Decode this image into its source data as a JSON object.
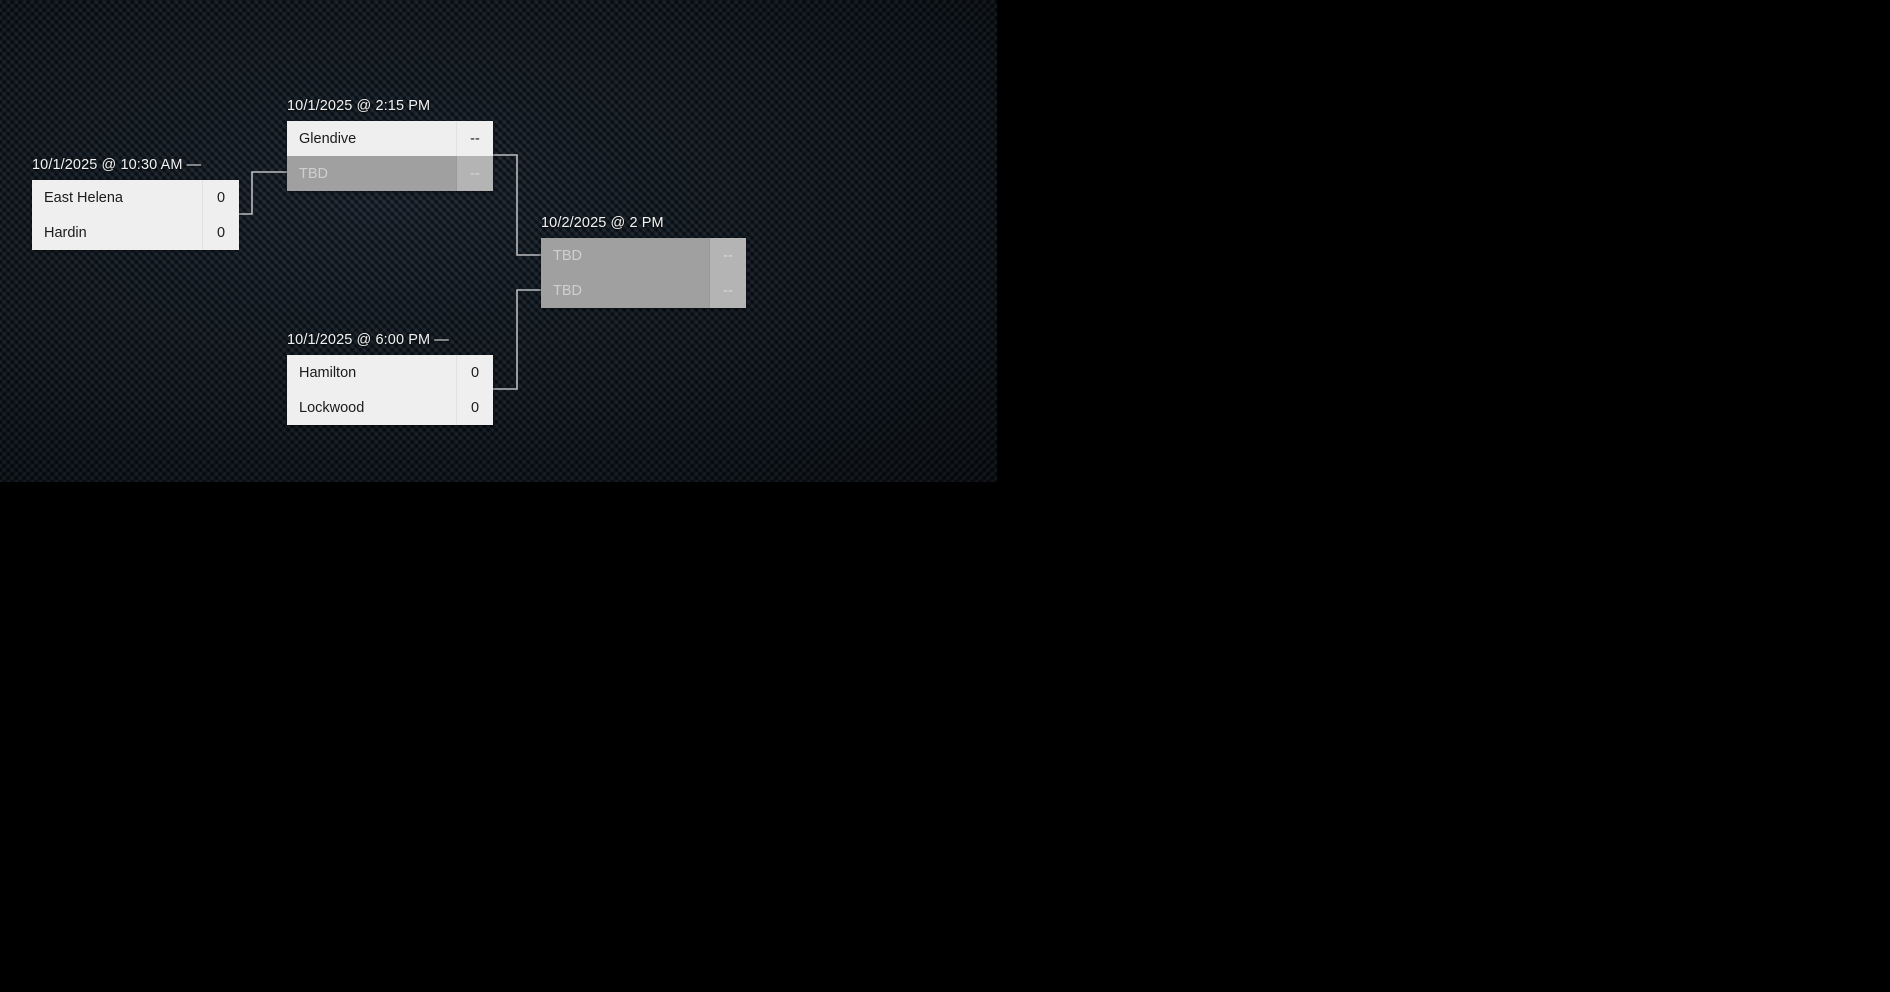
{
  "bracket": {
    "accent_line_color": "#b9bcc0",
    "card_background": "#efefef",
    "tbd_background": "#a0a0a0",
    "matches": [
      {
        "id": "match-1",
        "label": "10/1/2025 @ 10:30 AM —",
        "teams": [
          {
            "name": "East Helena",
            "score": "0",
            "tbd": false
          },
          {
            "name": "Hardin",
            "score": "0",
            "tbd": false
          }
        ]
      },
      {
        "id": "match-2",
        "label": "10/1/2025 @ 2:15 PM",
        "teams": [
          {
            "name": "Glendive",
            "score": "--",
            "tbd": false
          },
          {
            "name": "TBD",
            "score": "--",
            "tbd": true
          }
        ]
      },
      {
        "id": "match-3",
        "label": "10/1/2025 @ 6:00 PM —",
        "teams": [
          {
            "name": "Hamilton",
            "score": "0",
            "tbd": false
          },
          {
            "name": "Lockwood",
            "score": "0",
            "tbd": false
          }
        ]
      },
      {
        "id": "match-4",
        "label": "10/2/2025 @ 2 PM",
        "teams": [
          {
            "name": "TBD",
            "score": "--",
            "tbd": true
          },
          {
            "name": "TBD",
            "score": "--",
            "tbd": true
          }
        ]
      }
    ]
  }
}
